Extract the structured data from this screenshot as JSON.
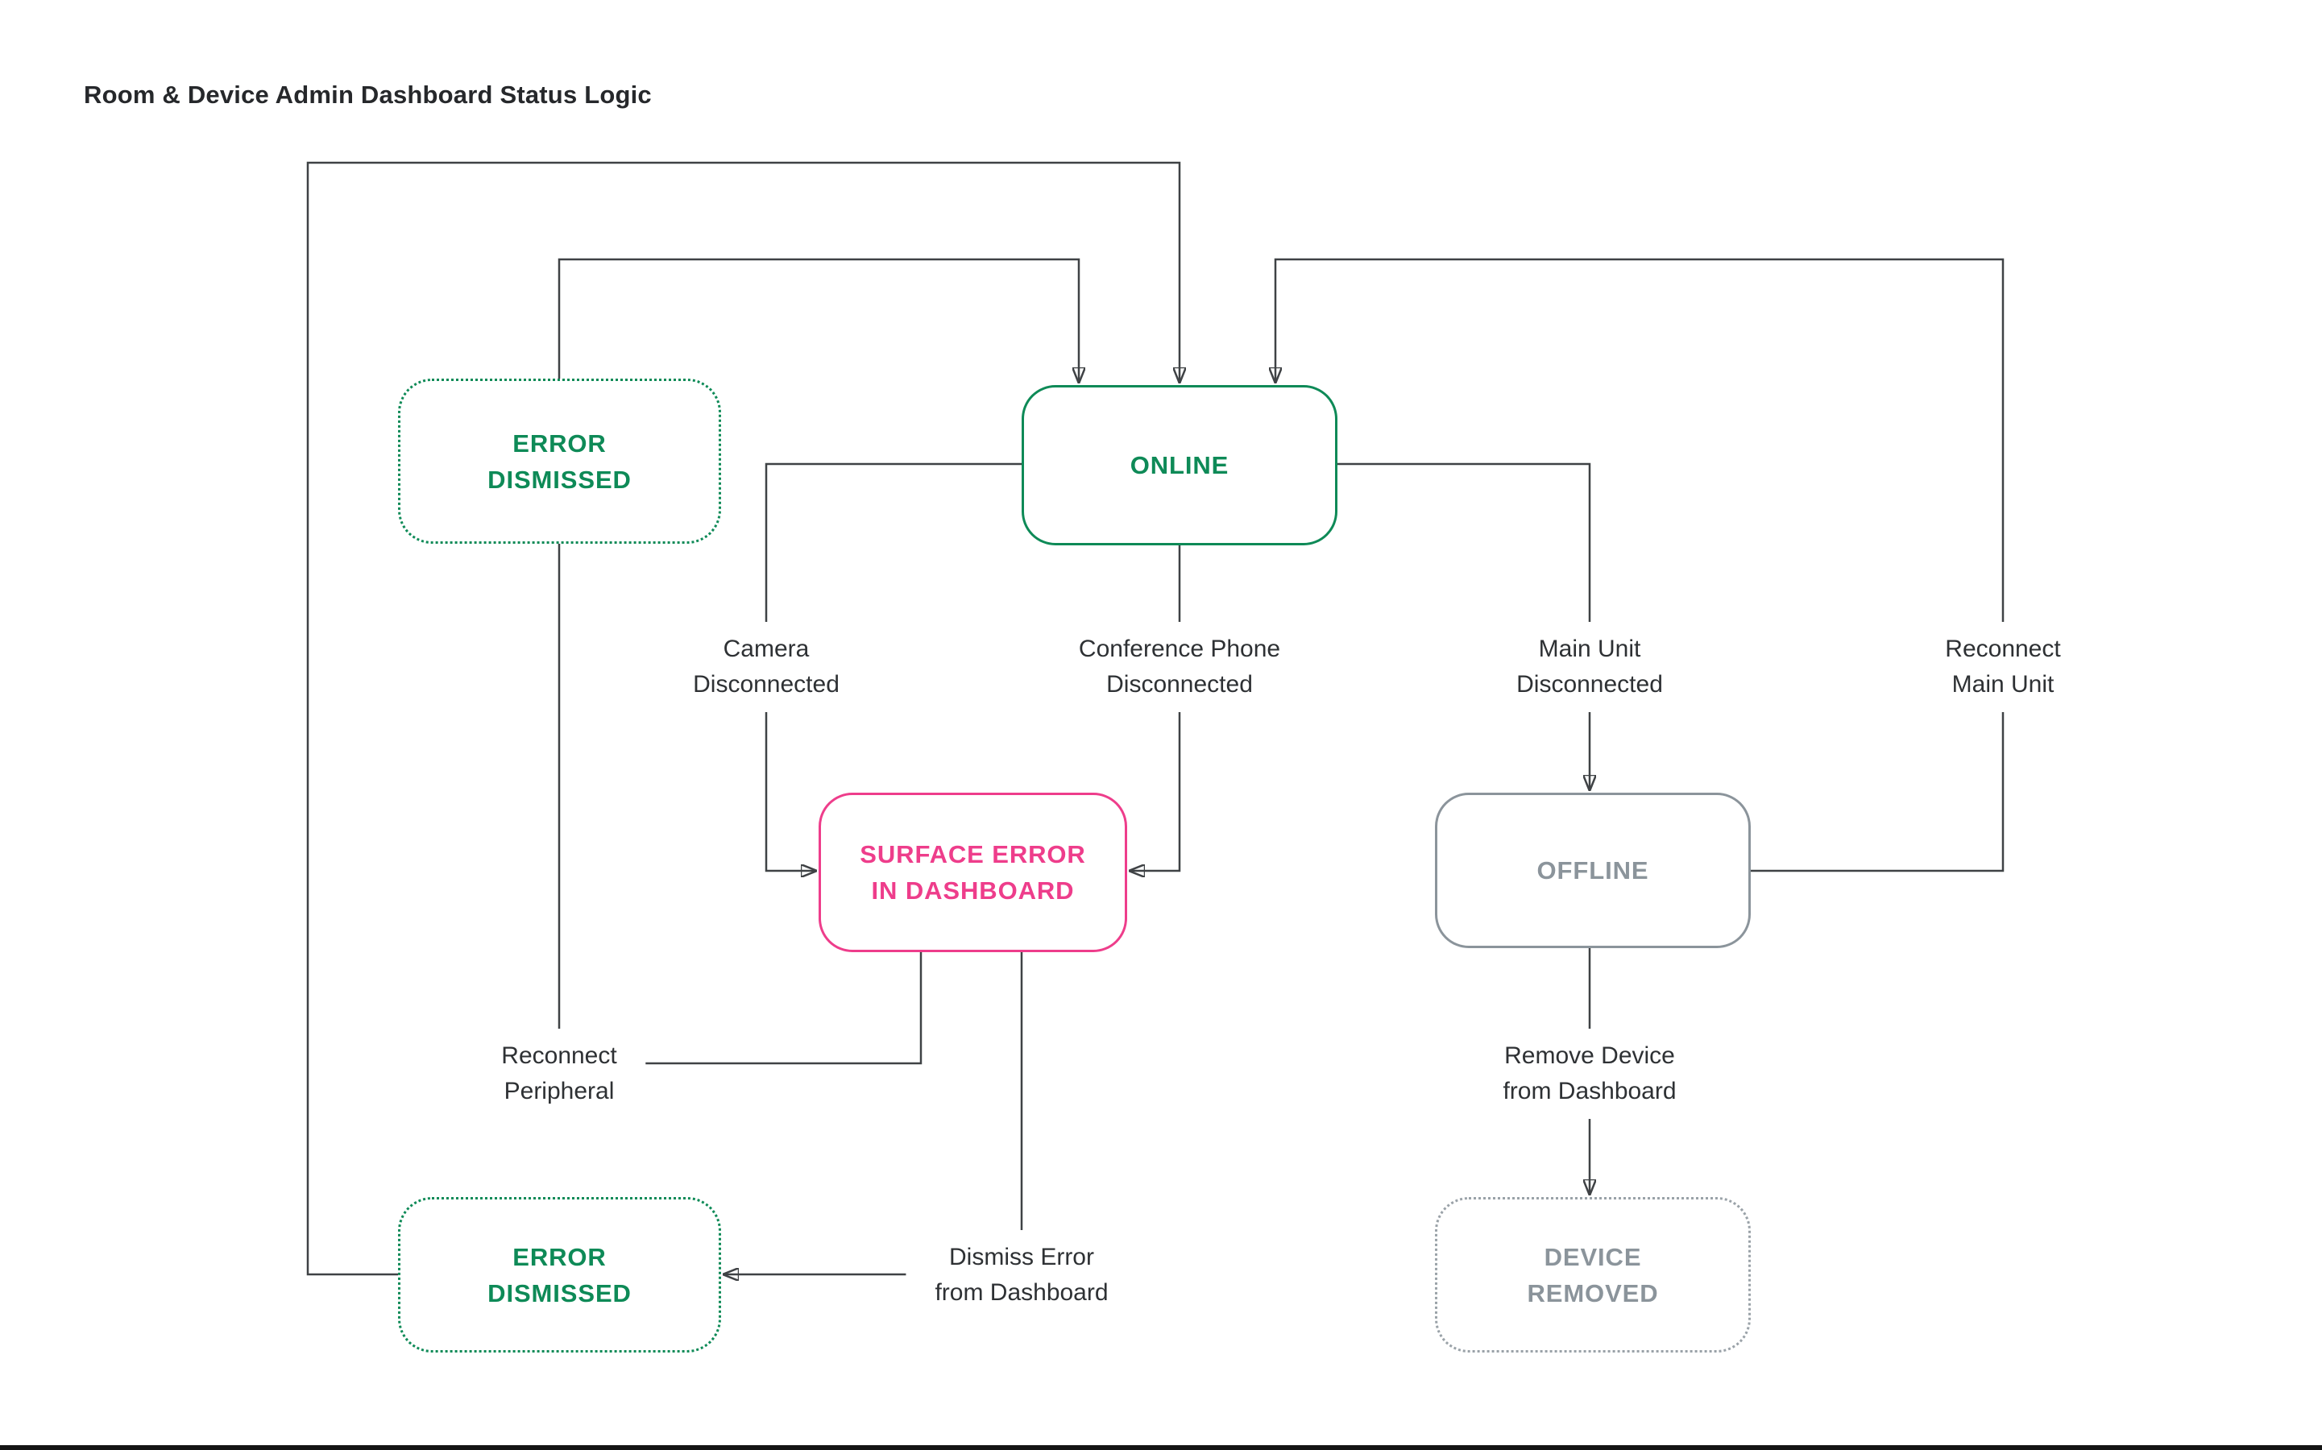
{
  "title": "Room & Device Admin Dashboard Status Logic",
  "colors": {
    "green": "#0E8A57",
    "pink": "#EE3D8B",
    "gray": "#8B949B",
    "line": "#3F4245",
    "text": "#2E3134",
    "title": "#26282B",
    "background": "#FFFFFF"
  },
  "nodes": [
    {
      "id": "error-dismissed-top",
      "label": "ERROR\nDISMISSED",
      "style": "dotted-green"
    },
    {
      "id": "online",
      "label": "ONLINE",
      "style": "solid-green"
    },
    {
      "id": "surface-error",
      "label": "SURFACE ERROR\nIN DASHBOARD",
      "style": "solid-pink"
    },
    {
      "id": "offline",
      "label": "OFFLINE",
      "style": "solid-gray"
    },
    {
      "id": "error-dismissed-bottom",
      "label": "ERROR\nDISMISSED",
      "style": "dotted-green"
    },
    {
      "id": "device-removed",
      "label": "DEVICE\nREMOVED",
      "style": "dotted-gray"
    }
  ],
  "edge_labels": [
    {
      "id": "camera-disconnected",
      "label": "Camera\nDisconnected"
    },
    {
      "id": "conference-phone-disconnected",
      "label": "Conference Phone\nDisconnected"
    },
    {
      "id": "main-unit-disconnected",
      "label": "Main Unit\nDisconnected"
    },
    {
      "id": "reconnect-main-unit",
      "label": "Reconnect\nMain Unit"
    },
    {
      "id": "reconnect-peripheral",
      "label": "Reconnect\nPeripheral"
    },
    {
      "id": "remove-device-from-dashboard",
      "label": "Remove Device\nfrom Dashboard"
    },
    {
      "id": "dismiss-error-from-dashboard",
      "label": "Dismiss Error\nfrom Dashboard"
    }
  ],
  "edges": [
    {
      "from": "error-dismissed-bottom",
      "to": "online",
      "label": ""
    },
    {
      "from": "error-dismissed-top",
      "to": "online",
      "label": ""
    },
    {
      "from": "offline",
      "to": "online",
      "label": "Reconnect Main Unit"
    },
    {
      "from": "online",
      "to": "surface-error",
      "label": "Camera Disconnected"
    },
    {
      "from": "online",
      "to": "surface-error",
      "label": "Conference Phone Disconnected"
    },
    {
      "from": "online",
      "to": "offline",
      "label": "Main Unit Disconnected"
    },
    {
      "from": "offline",
      "to": "device-removed",
      "label": "Remove Device from Dashboard"
    },
    {
      "from": "surface-error",
      "to": "error-dismissed-top",
      "label": "Reconnect Peripheral"
    },
    {
      "from": "surface-error",
      "to": "error-dismissed-bottom",
      "label": "Dismiss Error from Dashboard"
    }
  ]
}
